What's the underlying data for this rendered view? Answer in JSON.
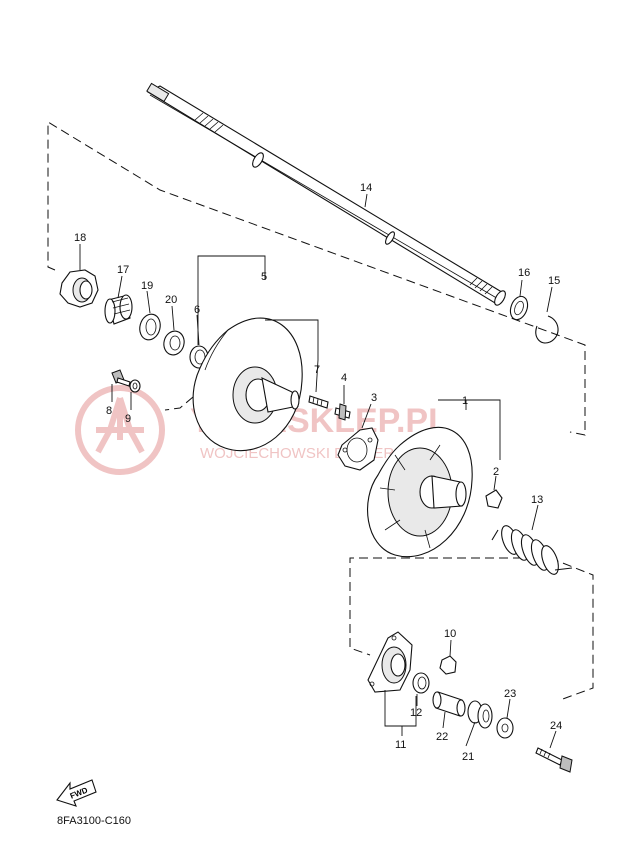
{
  "diagram_code": "8FA3100-C160",
  "fwd_label": "FWD",
  "watermark": {
    "line1": "YAMASKLEP.PL",
    "line2": "WOJCIECHOWSKI DEALER YAMAHA"
  },
  "callouts": {
    "p1": "1",
    "p2": "2",
    "p3": "3",
    "p4": "4",
    "p5": "5",
    "p6": "6",
    "p7": "7",
    "p8": "8",
    "p9": "9",
    "p10": "10",
    "p11": "11",
    "p12": "12",
    "p13": "13",
    "p14": "14",
    "p15": "15",
    "p16": "16",
    "p17": "17",
    "p18": "18",
    "p19": "19",
    "p20": "20",
    "p21": "21",
    "p22": "22",
    "p23": "23",
    "p24": "24"
  },
  "colors": {
    "line": "#111111",
    "watermark": "#f0c4c4",
    "background": "#ffffff"
  }
}
